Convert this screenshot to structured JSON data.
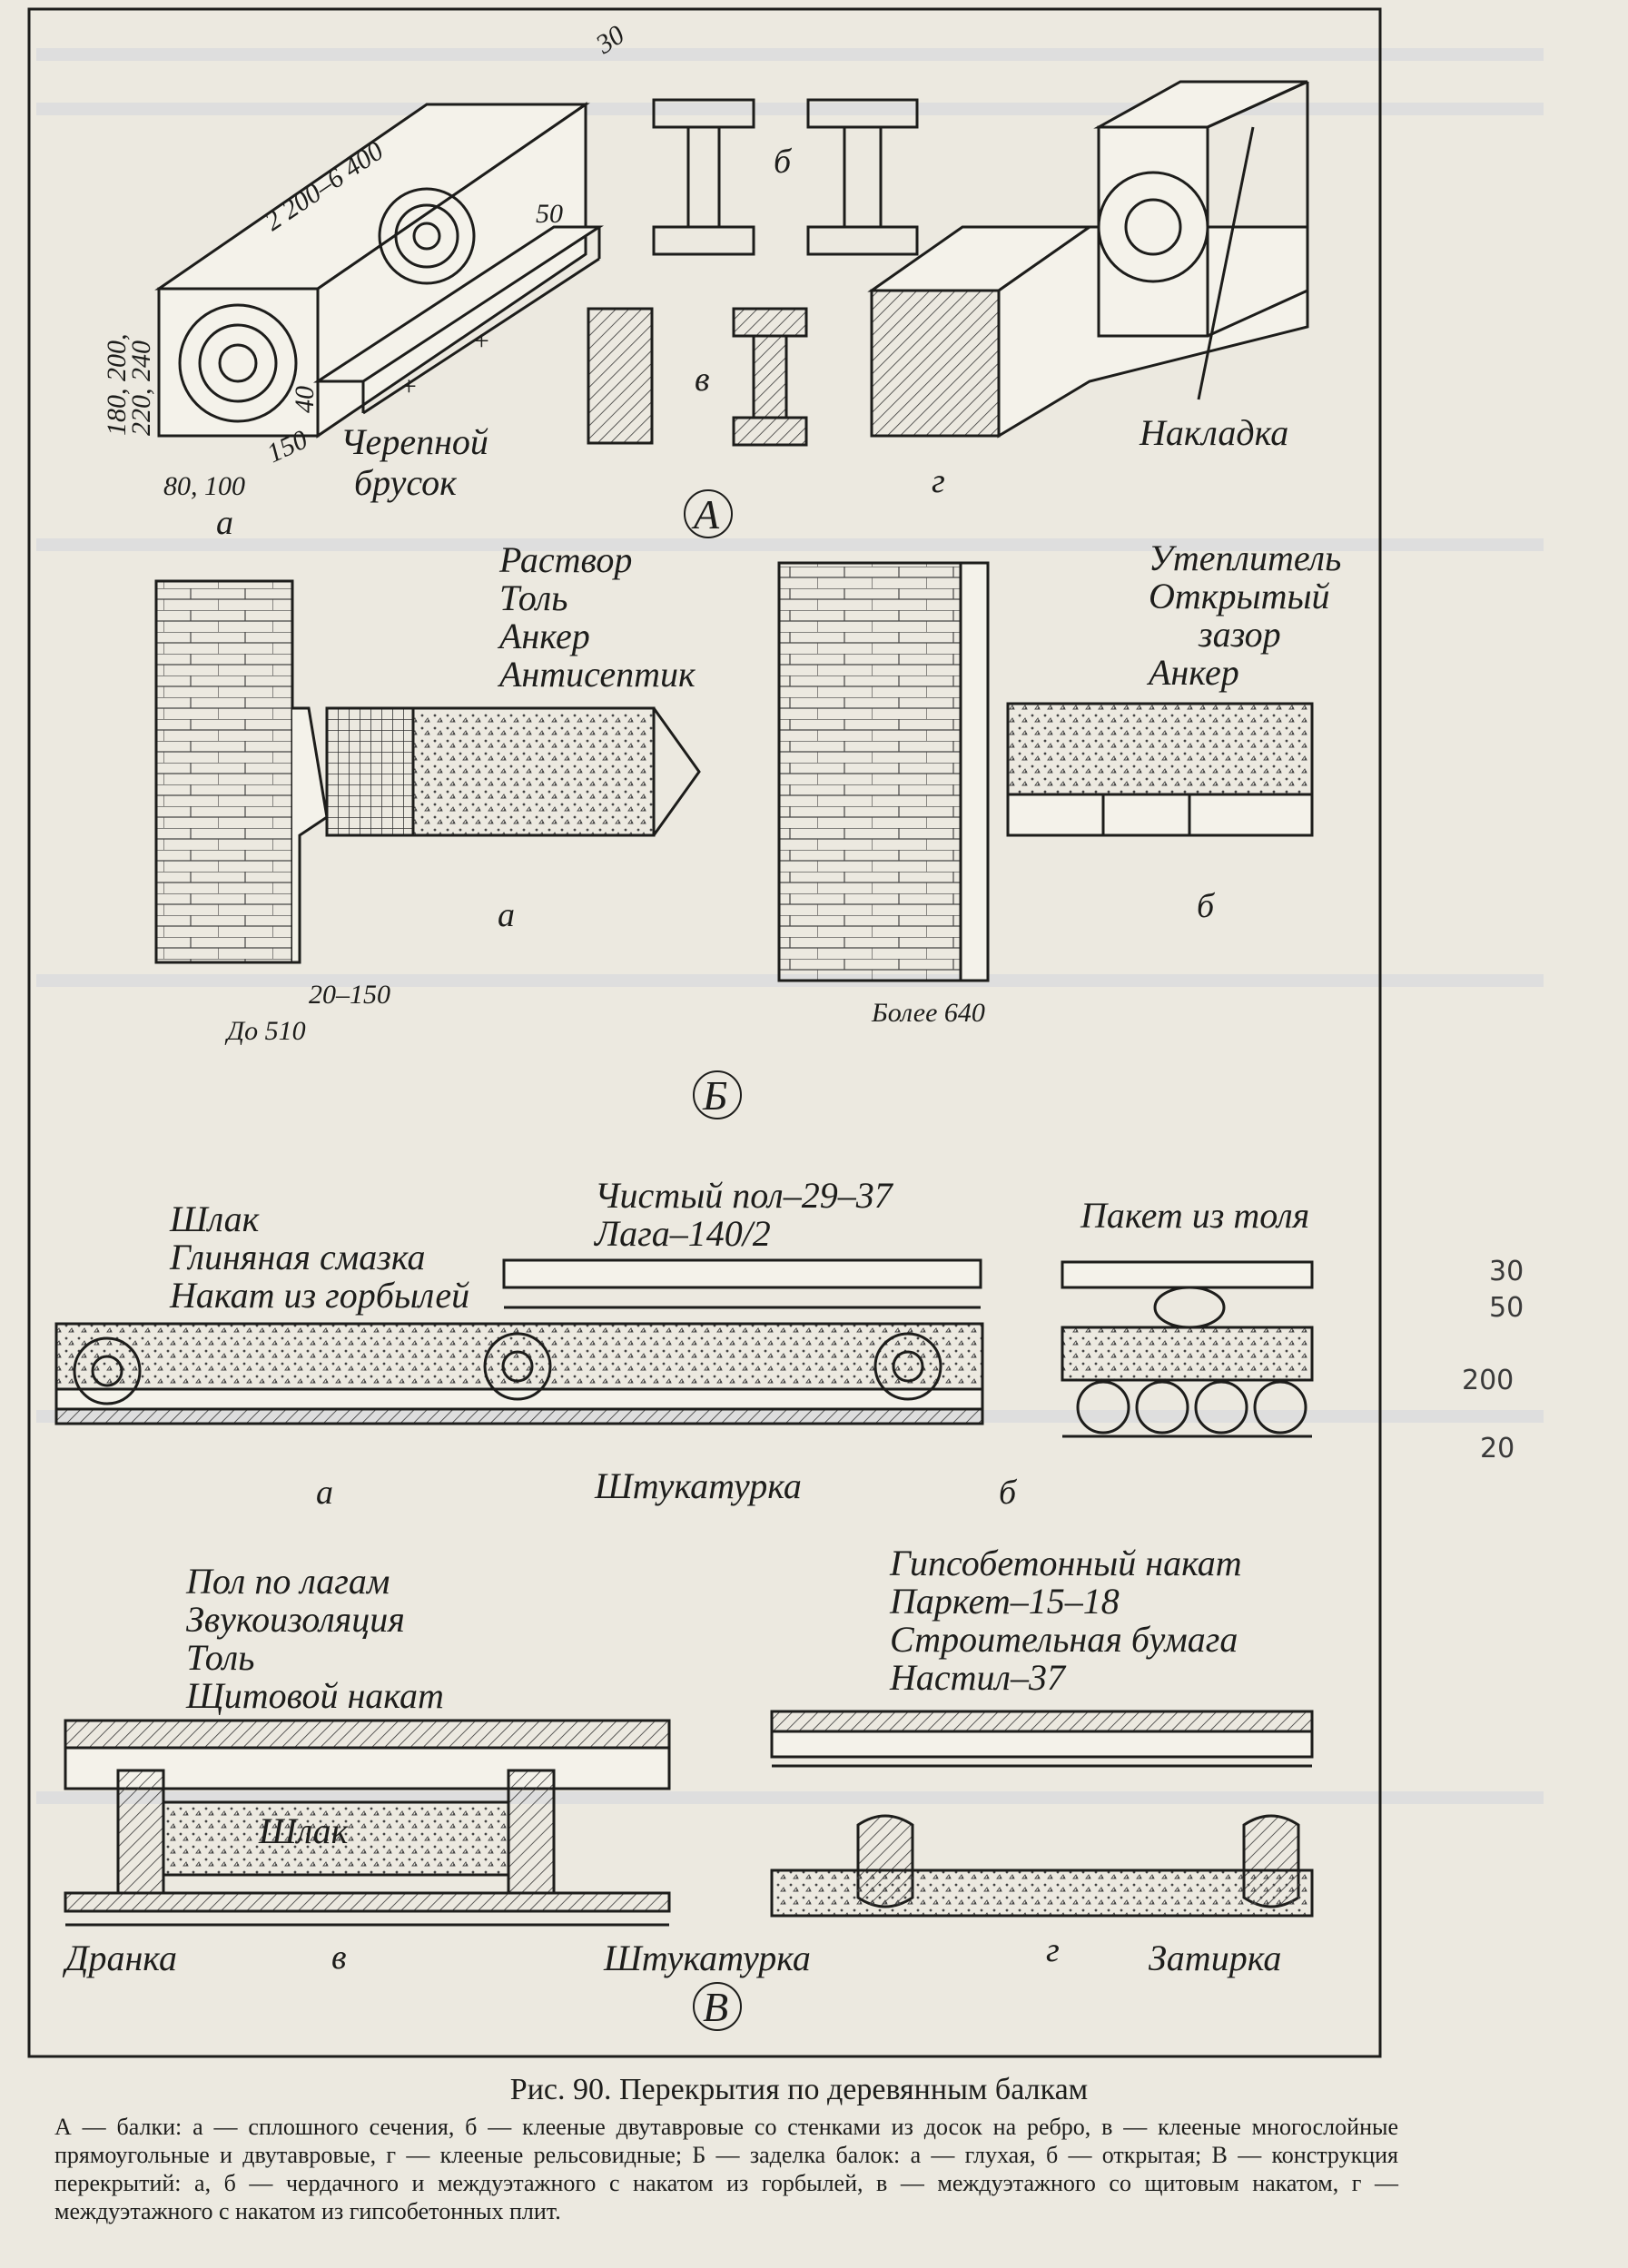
{
  "caption": {
    "title": "Рис. 90. Перекрытия по деревянным балкам",
    "text": "А — балки: а — сплошного сечения, б — клееные двутавровые со стенками из досок на ребро, в — клееные многослойные прямоугольные и двутавровые, г — клееные рельсовидные; Б — заделка балок: а — глухая, б — открытая; В — конструкция перекрытий: а, б — чердачного и междуэтажного с накатом из горбылей, в — междуэтажного со щитовым накатом, г — междуэтажного с накатом из гипсобетонных плит."
  },
  "panel_A": {
    "letter": "А",
    "dims": {
      "length": "2 200–6 400",
      "top": "30",
      "ledge": "50",
      "height": "180, 200,",
      "height2": "220, 240",
      "width": "80, 100",
      "ledge_h": "40",
      "ledge_w": "150"
    },
    "labels": {
      "brusok_1": "Черепной",
      "brusok_2": "брусок",
      "nakladka": "Накладка"
    },
    "sub": {
      "a": "а",
      "b": "б",
      "v": "в",
      "g": "г"
    }
  },
  "panel_B": {
    "letter": "Б",
    "labels": {
      "rastvor": "Раствор",
      "tol": "Толь",
      "anker": "Анкер",
      "antiseptik": "Антисептик",
      "uteplitel": "Утеплитель",
      "zazor_1": "Открытый",
      "zazor_2": "зазор",
      "anker_2": "Анкер"
    },
    "dims": {
      "do": "До 510",
      "gap": "20–150",
      "bolee": "Более 640"
    },
    "sub": {
      "a": "а",
      "b": "б"
    }
  },
  "panel_V": {
    "letter": "В",
    "labels": {
      "shlak": "Шлак",
      "smazka": "Глиняная смазка",
      "nakat": "Накат из горбылей",
      "pol": "Чистый пол–29–37",
      "laga": "Лага–140/2",
      "paket": "Пакет из толя",
      "shtuk_1": "Штукатурка",
      "pol_lagam": "Пол по лагам",
      "zvuk": "Звукоизоляция",
      "tol": "Толь",
      "shchit": "Щитовой накат",
      "shlak_2": "Шлак",
      "dranka": "Дранка",
      "shtuk_2": "Штукатурка",
      "gipso": "Гипсобетонный накат",
      "parket": "Паркет–15–18",
      "bumaga": "Строительная бумага",
      "nastil": "Настил–37",
      "zatirka": "Затирка"
    },
    "handwritten": [
      "30",
      "50",
      "200",
      "20"
    ],
    "sub": {
      "a": "а",
      "b": "б",
      "v": "в",
      "g": "г"
    }
  }
}
